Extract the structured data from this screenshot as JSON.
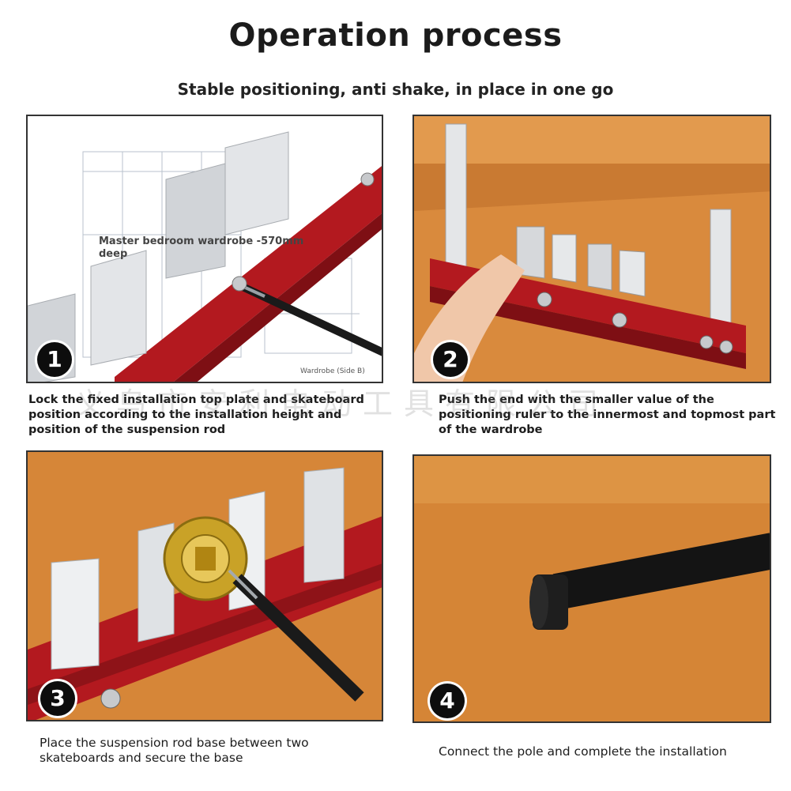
{
  "header": {
    "title": "Operation process",
    "subtitle": "Stable positioning, anti shake, in place in one go"
  },
  "watermark": "义乌市安利电动工具有限公司",
  "steps": [
    {
      "number": "1",
      "caption": "Lock the fixed installation top plate and skateboard position according to the installation height and position of the suspension rod",
      "drawing_note": "Master bedroom wardrobe -570mm deep",
      "drawing_label": "Wardrobe (Side B)"
    },
    {
      "number": "2",
      "caption": "Push the end with the smaller value of the positioning ruler to the innermost and topmost part of the wardrobe"
    },
    {
      "number": "3",
      "caption": "Place the suspension rod base between two skateboards and secure the base"
    },
    {
      "number": "4",
      "caption": "Connect the pole and complete the installation"
    }
  ],
  "colors": {
    "rail": "#b3191f",
    "wood": "#d98a3d",
    "plate": "#dfe1e3",
    "badge": "#0d0d0d"
  }
}
